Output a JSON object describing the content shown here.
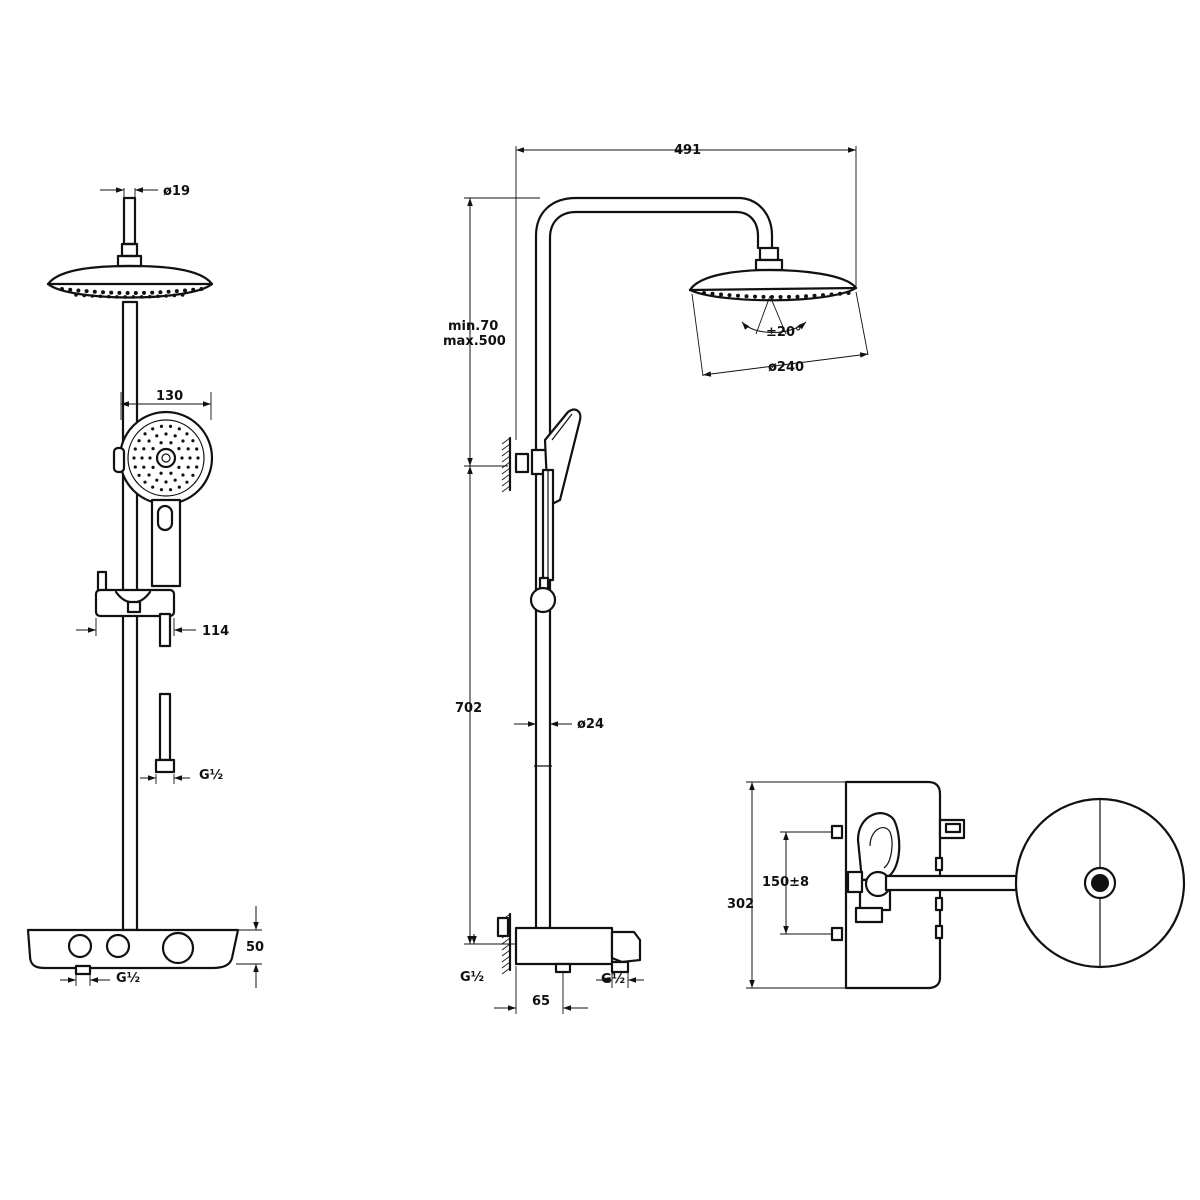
{
  "labels": {
    "pipe_diameter_front": "ø19",
    "handshower_width": "130",
    "holder_depth": "114",
    "hose_connection": "G½",
    "bottom_inlet_front": "G½",
    "mixer_height": "50",
    "total_width": "491",
    "height_adjust": "min.70\nmax.500",
    "height_adjust_min": "min.70",
    "height_adjust_max": "max.500",
    "tilt_angle": "±20°",
    "head_diameter": "ø240",
    "rail_length": "702",
    "rail_diameter": "ø24",
    "inlet_left_side": "G½",
    "inlet_right_side": "G½",
    "wall_offset": "65",
    "wall_spacing": "150±8",
    "top_view_depth": "302"
  },
  "colors": {
    "line": "#111111",
    "background": "#ffffff"
  }
}
